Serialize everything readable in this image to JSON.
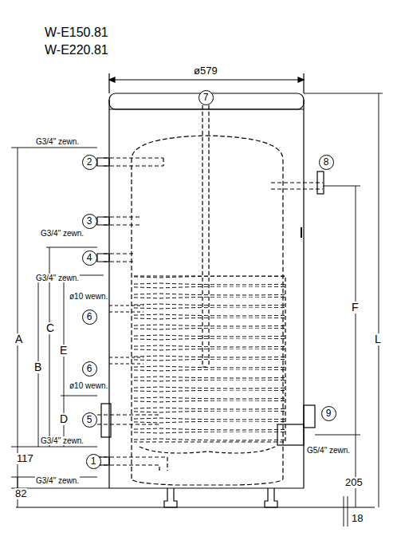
{
  "diagram": {
    "nodes": [
      {
        "text": [
          "7"
        ]
      },
      {
        "text": [
          "2"
        ]
      },
      {
        "text": [
          "8"
        ]
      },
      {
        "text": [
          "3"
        ]
      },
      {
        "text": [
          "4"
        ]
      },
      {
        "text": [
          "6"
        ]
      },
      {
        "text": [
          "6"
        ]
      },
      {
        "text": [
          "9"
        ]
      },
      {
        "text": [
          "5"
        ]
      },
      {
        "text": [
          "1"
        ]
      }
    ],
    "labels": [
      "W-E150.81",
      "W-E220.81",
      "ø579",
      "G3/4\" zewn.",
      "G3/4\" zewn.",
      "G3/4\" zewn.",
      "ø10 wewn.",
      "ø10 wewn.",
      "G3/4\" zewn.",
      "G3/4\" zewn.",
      "G5/4\" zewn.",
      "A",
      "B",
      "C",
      "E",
      "D",
      "117",
      "82",
      "F",
      "L",
      "205",
      "18"
    ]
  }
}
